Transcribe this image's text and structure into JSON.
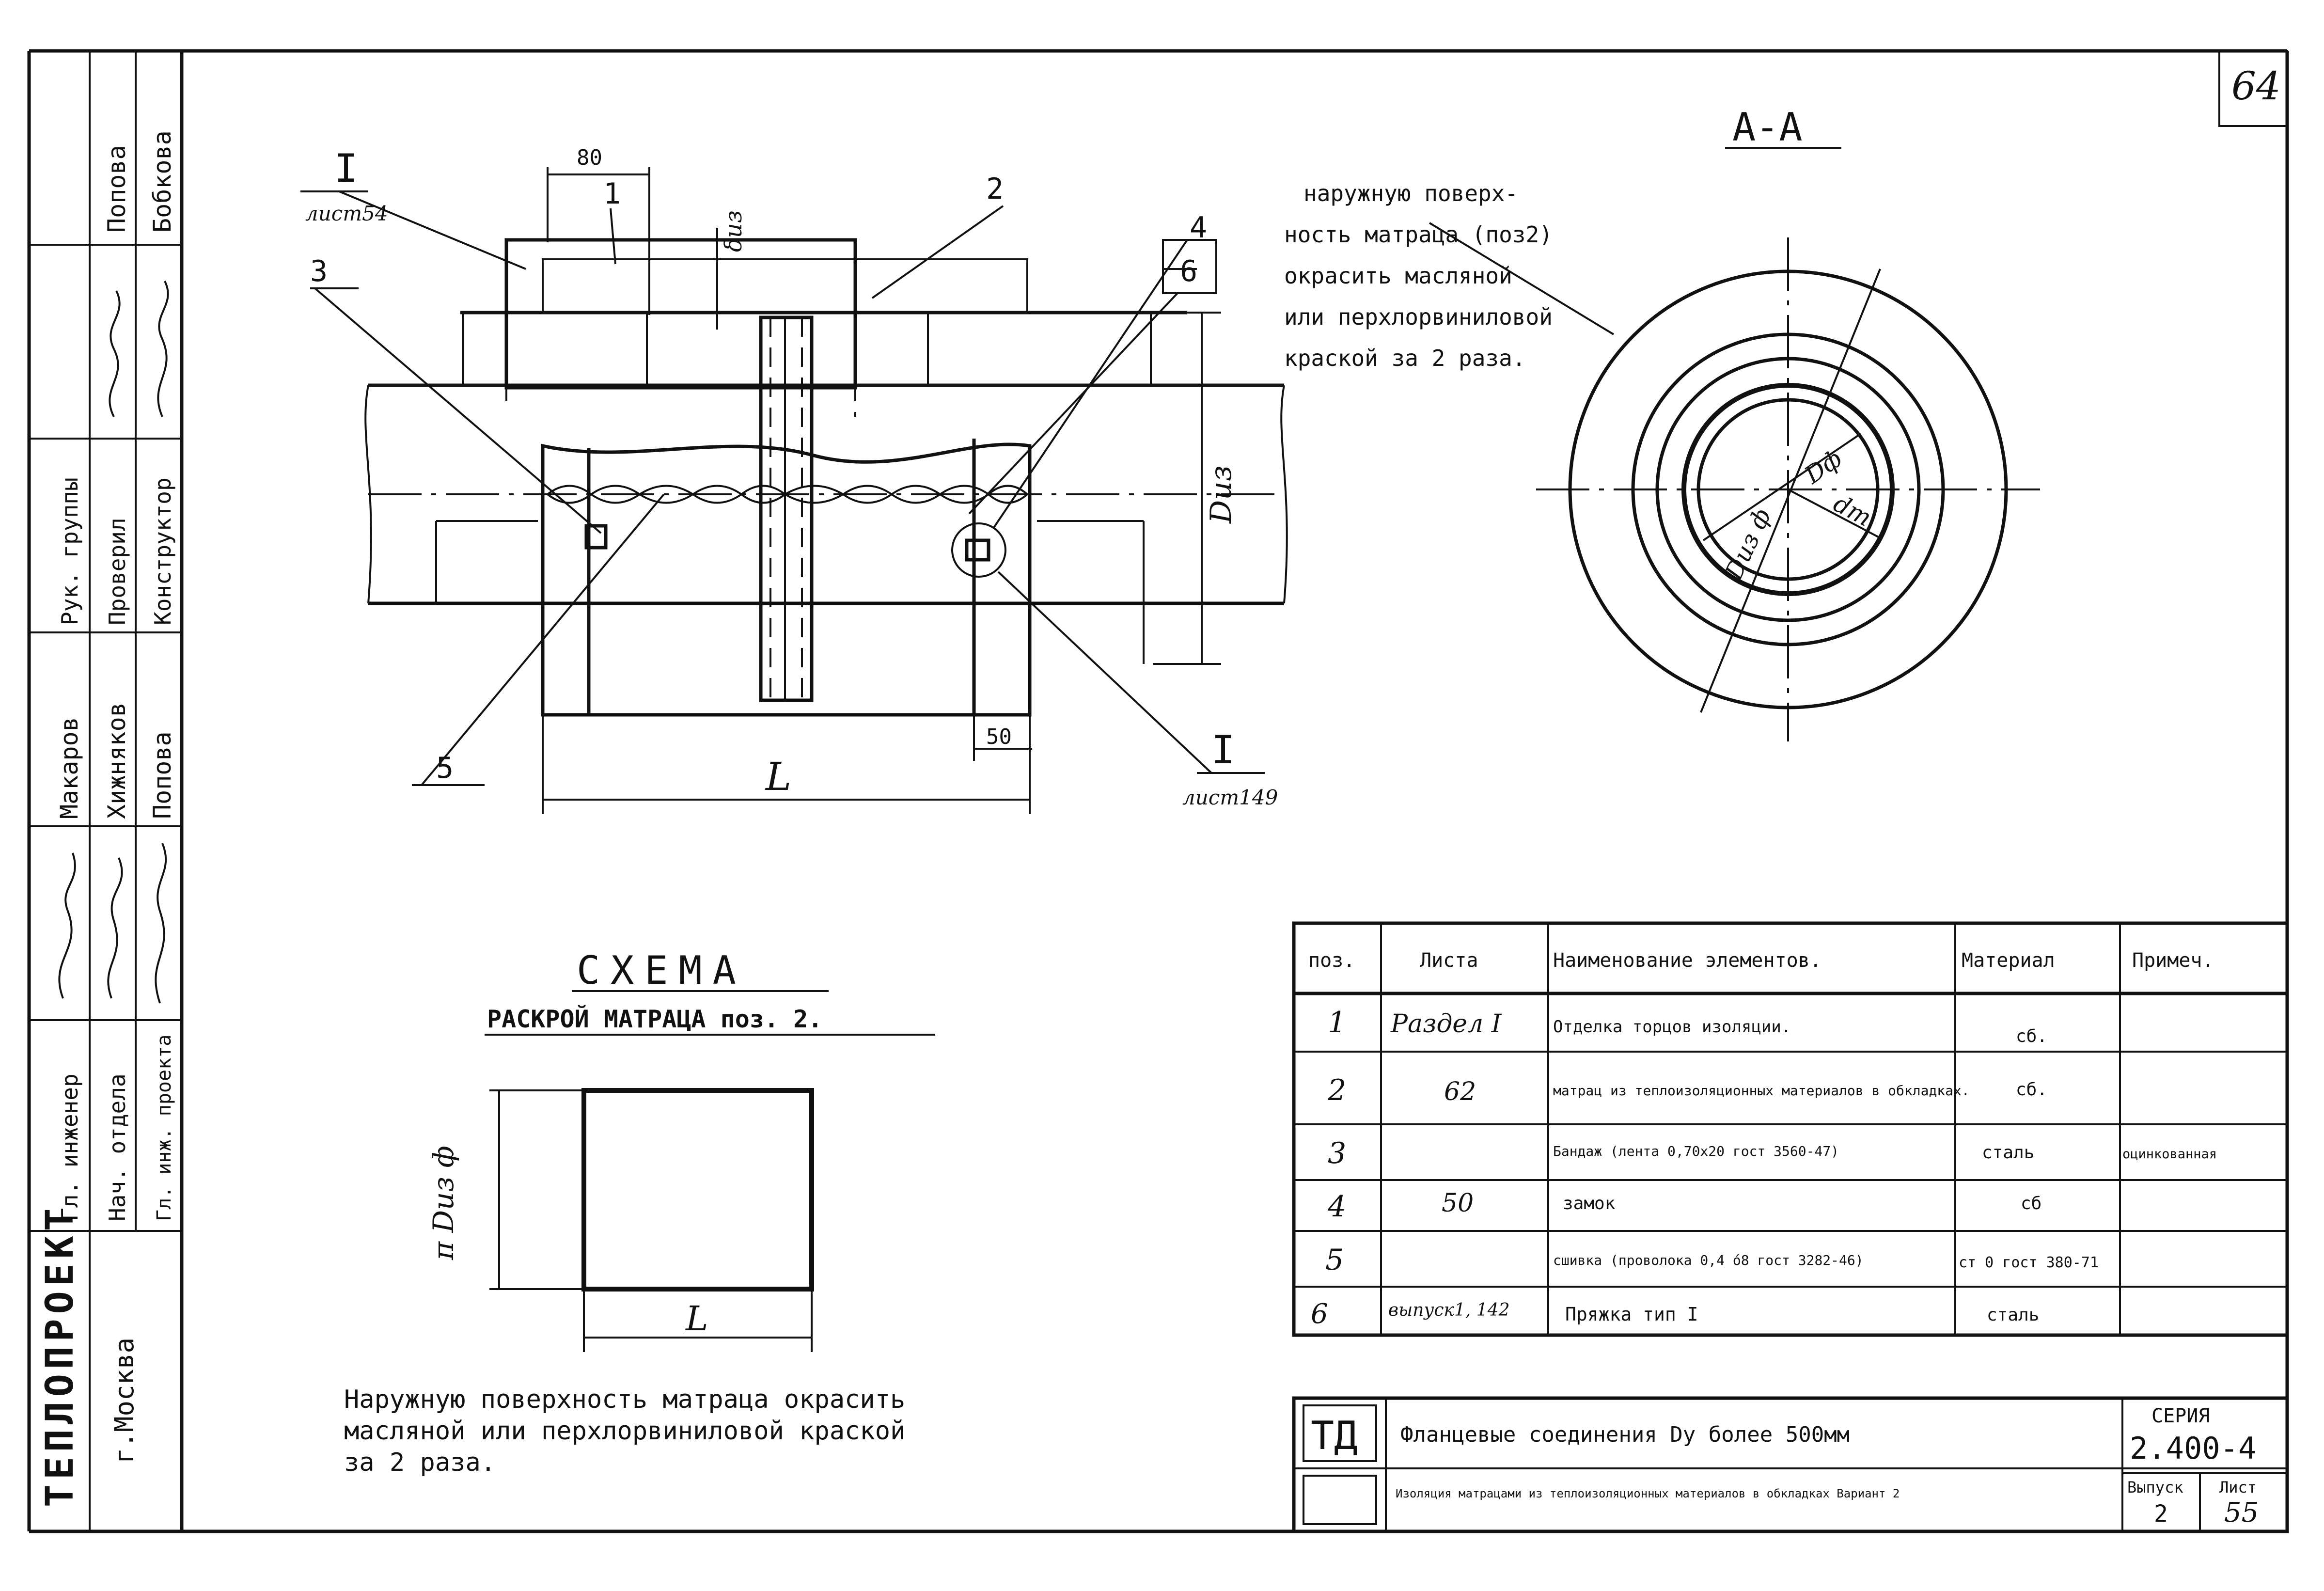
{
  "sheet_number_top": "64",
  "frame": {
    "org": "ТЕПЛОПРОЕКТ",
    "city": "г.Москва",
    "roles": [
      "Гл. инженер",
      "Нач. отдела",
      "Гл. инж. проекта"
    ],
    "roles2": [
      "Рук. группы",
      "Проверил",
      "Конструктор"
    ],
    "names": [
      "Макаров",
      "Хижняков",
      "Попова"
    ],
    "names2": [
      "Попова",
      "Бобкова"
    ]
  },
  "main_view": {
    "dim_80": "80",
    "dim_50": "50",
    "dim_delta": "δиз",
    "dim_diam": "Dиз",
    "dim_length": "L",
    "callouts": [
      "1",
      "2",
      "3",
      "4",
      "5",
      "6"
    ],
    "section_mark_left": "I",
    "section_mark_left_sheet": "лист54",
    "section_mark_right": "I",
    "section_mark_right_sheet": "лист149"
  },
  "section_aa": {
    "title": "А-А",
    "note": [
      "наружную поверх-",
      "ность матраца (поз2)",
      "окрасить масляной",
      "или перхлорвиниловой",
      "краской за 2 раза."
    ],
    "dim_df": "Dф",
    "dim_dt": "dт",
    "dim_dizf": "Dиз ф"
  },
  "scheme": {
    "title": "СХЕМА",
    "subtitle": "РАСКРОЙ МАТРАЦА поз. 2.",
    "dim_vertical": "π Dиз ф",
    "dim_horizontal": "L",
    "note": [
      "Наружную поверхность матраца окрасить",
      "масляной или перхлорвиниловой краской",
      "за 2 раза."
    ]
  },
  "spec_table": {
    "headers": [
      "поз.",
      "Листа",
      "Наименование элементов.",
      "Материал",
      "Примеч."
    ],
    "rows": [
      {
        "pos": "1",
        "sheet": "Раздел I",
        "name": "Отделка торцов изоляции.",
        "material": "сб.",
        "note": ""
      },
      {
        "pos": "2",
        "sheet": "62",
        "name": "матрац из теплоизоляционных материалов в обкладках.",
        "material": "сб.",
        "note": ""
      },
      {
        "pos": "3",
        "sheet": "",
        "name": "Бандаж (лента 0,70х20 гост 3560-47)",
        "material": "сталь",
        "note": "оцинкованная"
      },
      {
        "pos": "4",
        "sheet": "50",
        "name": "замок",
        "material": "сб",
        "note": ""
      },
      {
        "pos": "5",
        "sheet": "",
        "name": "сшивка (проволока 0,4 ó8 гост 3282-46)",
        "material": "ст 0 гост 380-71",
        "note": ""
      },
      {
        "pos": "6",
        "sheet": "выпуск1, 142",
        "name": "Пряжка тип I",
        "material": "сталь",
        "note": ""
      }
    ]
  },
  "title_block": {
    "title1": "Фланцевые соединения Dу более 500мм",
    "title2": "Изоляция матрацами из теплоизоляционных материалов в обкладках Вариант 2",
    "series_label": "СЕРИЯ",
    "series": "2.400-4",
    "issue_label": "Выпуск",
    "issue": "2",
    "sheet_label": "Лист",
    "sheet": "55"
  }
}
